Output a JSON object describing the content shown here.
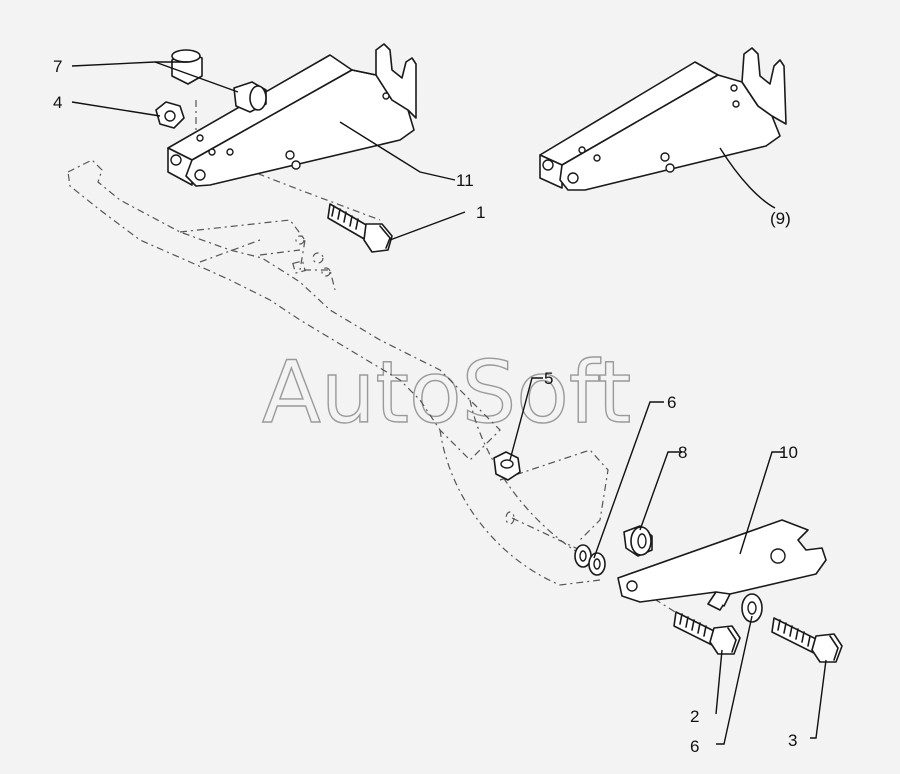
{
  "figure": {
    "type": "exploded-parts-diagram",
    "watermark": "AutoSoft"
  },
  "callouts": [
    {
      "id": "c7",
      "label": "7"
    },
    {
      "id": "c4",
      "label": "4"
    },
    {
      "id": "c11",
      "label": "11"
    },
    {
      "id": "c1",
      "label": "1"
    },
    {
      "id": "c9",
      "label": "(9)"
    },
    {
      "id": "c5",
      "label": "5"
    },
    {
      "id": "c6a",
      "label": "6"
    },
    {
      "id": "c8",
      "label": "8"
    },
    {
      "id": "c10",
      "label": "10"
    },
    {
      "id": "c2",
      "label": "2"
    },
    {
      "id": "c6b",
      "label": "6"
    },
    {
      "id": "c3",
      "label": "3"
    }
  ]
}
